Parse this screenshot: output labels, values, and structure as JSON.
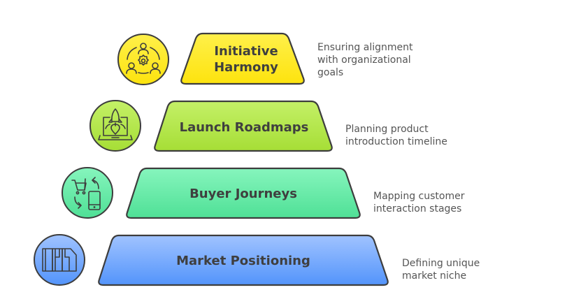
{
  "diagram": {
    "type": "pyramid",
    "tiers": [
      {
        "label_lines": [
          "Initiative",
          "Harmony"
        ],
        "label": "Initiative Harmony",
        "description_lines": [
          "Ensuring alignment",
          "with organizational",
          "goals"
        ],
        "description": "Ensuring alignment with organizational goals",
        "icon": "team-gear-icon",
        "colors": {
          "top": "#fff04a",
          "bottom": "#fde30e"
        }
      },
      {
        "label_lines": [
          "Launch Roadmaps"
        ],
        "label": "Launch Roadmaps",
        "description_lines": [
          "Planning product",
          "introduction timeline"
        ],
        "description": "Planning product introduction timeline",
        "icon": "laptop-rocket-icon",
        "colors": {
          "top": "#c4f067",
          "bottom": "#a6de36"
        }
      },
      {
        "label_lines": [
          "Buyer Journeys"
        ],
        "label": "Buyer Journeys",
        "description_lines": [
          "Mapping customer",
          "interaction stages"
        ],
        "description": "Mapping customer interaction stages",
        "icon": "cart-phone-cycle-icon",
        "colors": {
          "top": "#86f5bd",
          "bottom": "#4fe096"
        }
      },
      {
        "label_lines": [
          "Market Positioning"
        ],
        "label": "Market Positioning",
        "description_lines": [
          "Defining unique",
          "market niche"
        ],
        "description": "Defining unique market niche",
        "icon": "market-columns-icon",
        "colors": {
          "top": "#a0c3ff",
          "bottom": "#5394fb"
        }
      }
    ],
    "outline_color": "#3d3d3d",
    "text_color": "#3f3f3f",
    "description_color": "#555555"
  }
}
